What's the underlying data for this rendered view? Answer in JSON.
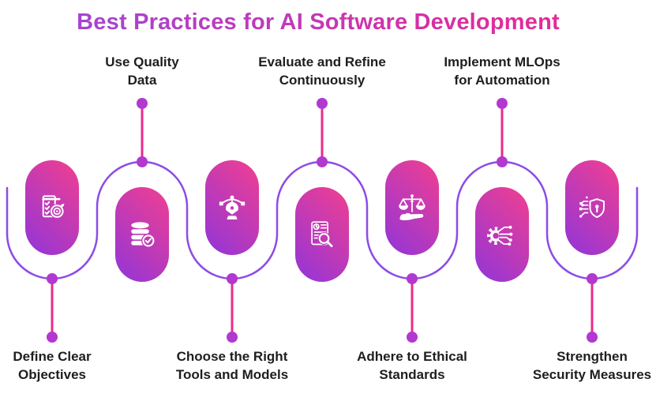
{
  "title": {
    "text": "Best Practices for AI Software Development"
  },
  "colors": {
    "background": "#ffffff",
    "title-grad-start": "#9b49dc",
    "title-grad-end": "#f0258b",
    "pill-grad-start": "#9135d9",
    "pill-grad-end": "#f23f90",
    "curve": "#8d4be6",
    "connector": "#ec2a8a",
    "dot": "#b238d0",
    "label-text": "#1e1e1e",
    "icon": "#ffffff"
  },
  "steps": [
    {
      "id": 1,
      "icon": "checklist-target-icon",
      "label_position": "bottom",
      "line1": "Define Clear",
      "line2": "Objectives"
    },
    {
      "id": 2,
      "icon": "database-check-icon",
      "label_position": "top",
      "line1": "Use Quality",
      "line2": "Data"
    },
    {
      "id": 3,
      "icon": "pen-tool-icon",
      "label_position": "bottom",
      "line1": "Choose the Right",
      "line2": "Tools and Models"
    },
    {
      "id": 4,
      "icon": "document-magnifier-icon",
      "label_position": "top",
      "line1": "Evaluate and Refine",
      "line2": "Continuously"
    },
    {
      "id": 5,
      "icon": "scales-hand-icon",
      "label_position": "bottom",
      "line1": "Adhere to Ethical",
      "line2": "Standards"
    },
    {
      "id": 6,
      "icon": "gear-circuit-icon",
      "label_position": "top",
      "line1": "Implement MLOps",
      "line2": "for Automation"
    },
    {
      "id": 7,
      "icon": "circuit-shield-icon",
      "label_position": "bottom",
      "line1": "Strengthen",
      "line2": "Security Measures"
    }
  ]
}
